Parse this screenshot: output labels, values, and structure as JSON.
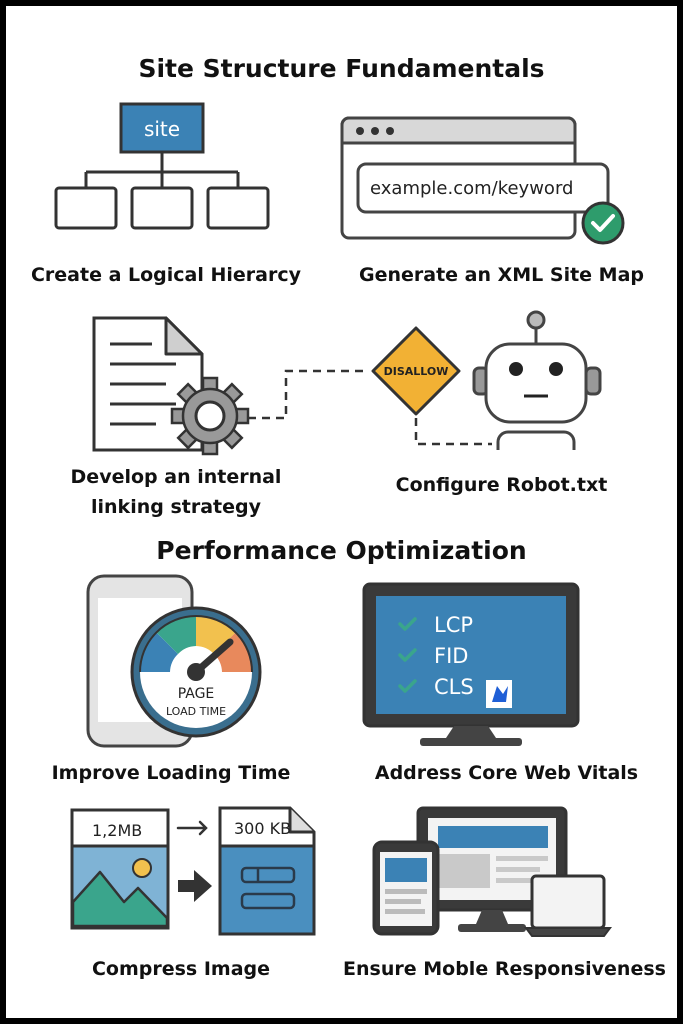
{
  "titles": {
    "site_structure": "Site Structure Fundamentals",
    "performance": "Performance  Optimization"
  },
  "items": {
    "hierarchy": {
      "label": "Create a Logical Hierarcy",
      "node": "site"
    },
    "sitemap": {
      "label": "Generate an XML Site Map",
      "url": "example.com/keyword"
    },
    "linking": {
      "label": "Develop an internal linking strategy"
    },
    "robots": {
      "label": "Configure Robot.txt",
      "sign": "DISALLOW"
    },
    "loading": {
      "label": "Improve Loading Time",
      "gauge_line1": "PAGE",
      "gauge_line2": "LOAD TIME"
    },
    "vitals": {
      "label": "Address Core Web Vitals",
      "metrics": [
        "LCP",
        "FID",
        "CLS"
      ]
    },
    "compress": {
      "label": "Compress Image",
      "from_size": "1,2MB",
      "to_size": "300 KB"
    },
    "mobile": {
      "label": "Ensure Moble Responsiveness"
    }
  },
  "colors": {
    "blue": "#3b82b5",
    "green": "#2e9c6c",
    "yellow": "#f2c14e",
    "orange": "#e8895c",
    "teal": "#3aa58c",
    "gray": "#555555"
  },
  "icons": [
    "hierarchy-icon",
    "browser-icon",
    "checkmark-icon",
    "document-icon",
    "gear-icon",
    "warning-sign-icon",
    "robot-icon",
    "phone-icon",
    "speedometer-icon",
    "monitor-icon",
    "image-file-icon",
    "arrow-icon",
    "document-file-icon",
    "devices-icon"
  ]
}
